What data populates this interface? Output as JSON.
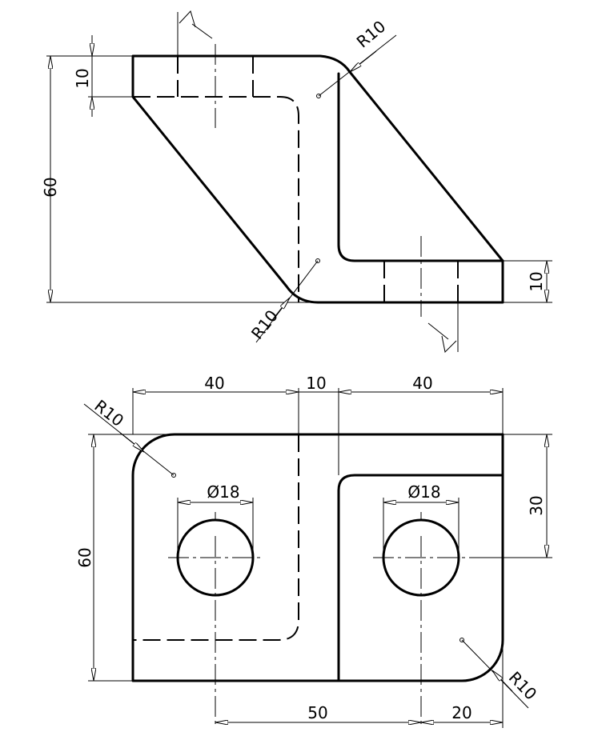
{
  "front_view": {
    "dim_height": "60",
    "dim_top_flange": "10",
    "dim_bottom_flange": "10",
    "radius_top": "R10",
    "radius_bottom": "R10"
  },
  "top_view": {
    "dim_left_width": "40",
    "dim_web": "10",
    "dim_right_width": "40",
    "dim_hole_left": "Ø18",
    "dim_hole_right": "Ø18",
    "dim_height": "60",
    "dim_step": "30",
    "dim_hole_spacing": "50",
    "dim_hole_edge": "20",
    "radius_top_left": "R10",
    "radius_bottom_right": "R10"
  }
}
